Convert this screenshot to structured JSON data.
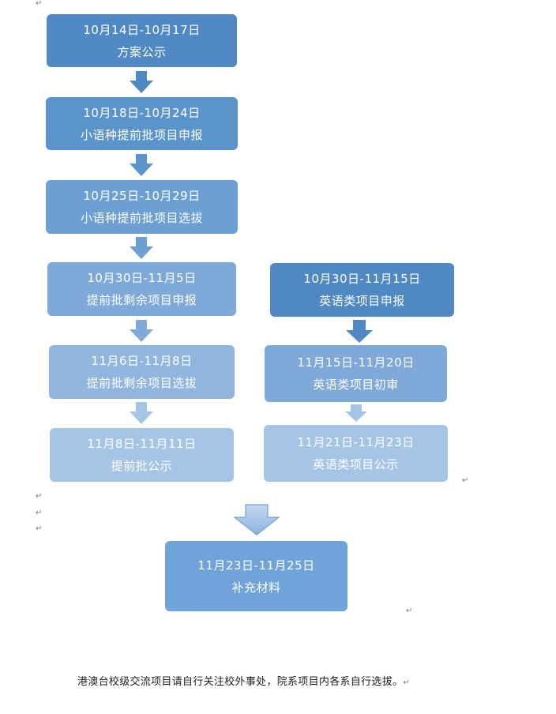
{
  "colors": {
    "shade1": "#4f88c3",
    "shade2": "#5b93cb",
    "shade3": "#6c9fd2",
    "shade4": "#7ea9d8",
    "shade5": "#90b5df",
    "shade6": "#a6c4e6",
    "final": "#6fa3d9"
  },
  "left_column": [
    {
      "date": "10月14日-10月17日",
      "label": "方案公示"
    },
    {
      "date": "10月18日-10月24日",
      "label": "小语种提前批项目申报"
    },
    {
      "date": "10月25日-10月29日",
      "label": "小语种提前批项目选拔"
    },
    {
      "date": "10月30日-11月5日",
      "label": "提前批剩余项目申报"
    },
    {
      "date": "11月6日-11月8日",
      "label": "提前批剩余项目选拔"
    },
    {
      "date": "11月8日-11月11日",
      "label": "提前批公示"
    }
  ],
  "right_column": [
    {
      "date": "10月30日-11月15日",
      "label": "英语类项目申报"
    },
    {
      "date": "11月15日-11月20日",
      "label": "英语类项目初审"
    },
    {
      "date": "11月21日-11月23日",
      "label": "英语类项目公示"
    }
  ],
  "final_step": {
    "date": "11月23日-11月25日",
    "label": "补充材料"
  },
  "footer_note": "港澳台校级交流项目请自行关注校外事处，院系项目内各系自行选拔。",
  "paragraph_mark": "↵"
}
